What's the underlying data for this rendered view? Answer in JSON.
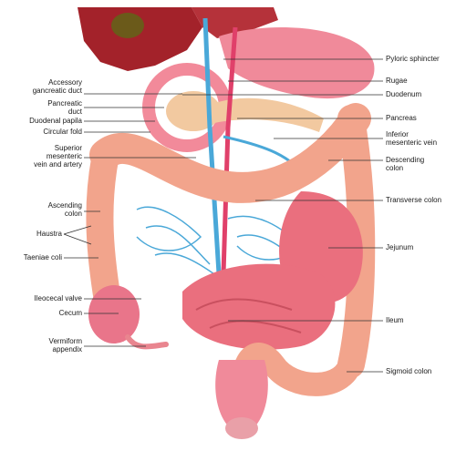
{
  "labels": {
    "accessory_pancreatic_duct": "Accessory\ngancreatic duct",
    "pancreatic_duct": "Pancreatic\nduct",
    "duodenal_papila": "Duodenal papila",
    "circular_fold": "Circular fold",
    "superior_mesenteric": "Superior\nmesenteric\nvein and artery",
    "ascending_colon": "Ascending\ncolon",
    "haustra": "Haustra",
    "taeniae_coli": "Taeniae coli",
    "ileocecal_valve": "Ileocecal valve",
    "cecum": "Cecum",
    "vermiform_appendix": "Vermiform\nappendix",
    "pyloric_sphincter": "Pyloric sphincter",
    "rugae": "Rugae",
    "duodenum": "Duodenum",
    "pancreas": "Pancreas",
    "inferior_mesenteric_vein": "Inferior\nmesenteric vein",
    "descending_colon": "Descending\ncolon",
    "transverse_colon": "Transverse colon",
    "jejunum": "Jejunum",
    "ileum": "Ileum",
    "sigmoid_colon": "Sigmoid colon"
  },
  "colors": {
    "liver": "#a3222a",
    "gallbladder": "#6b5a1a",
    "stomach": "#f08a9a",
    "colon": "#f2a48c",
    "intestine": "#ea6f7e",
    "pancreas": "#f2c9a0",
    "vessels": "#4aa8d8",
    "artery": "#e0406a",
    "leader": "#333333"
  }
}
